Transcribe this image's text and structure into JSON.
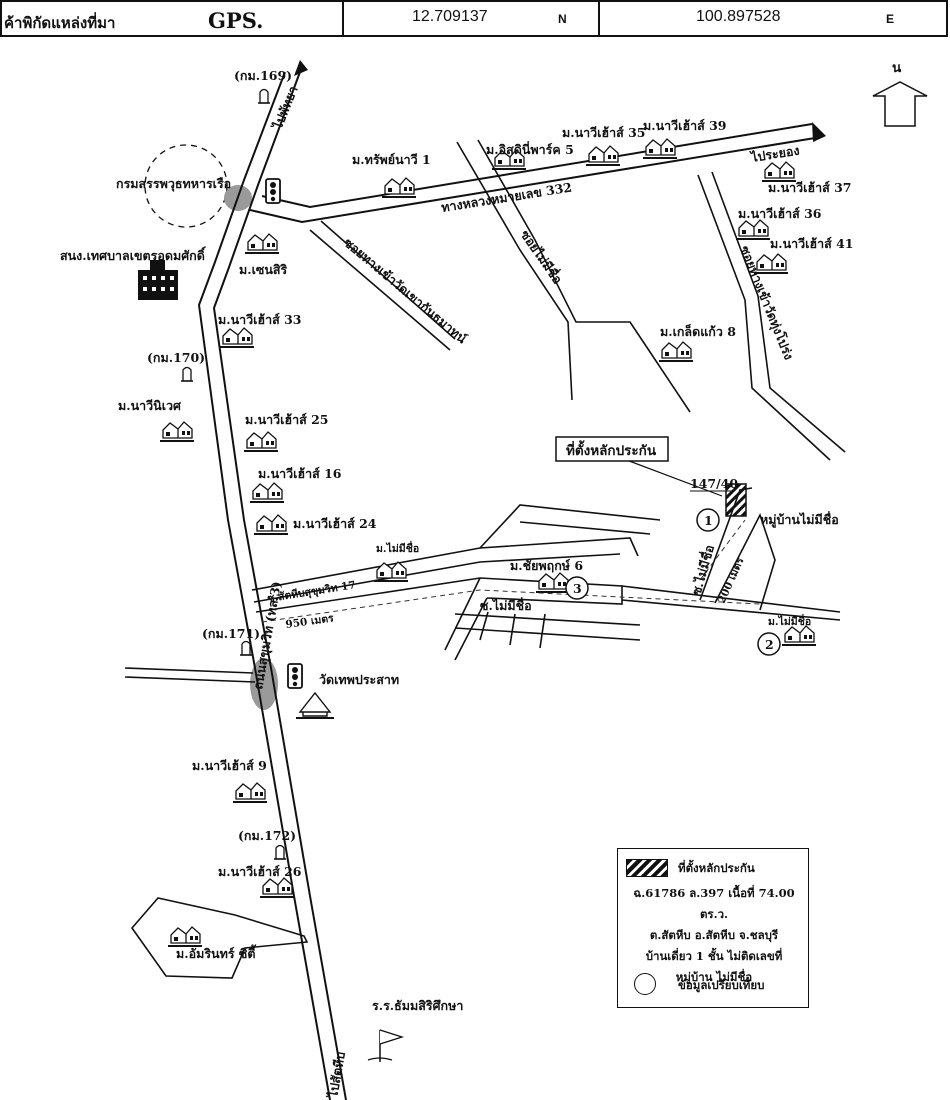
{
  "header": {
    "coord_label": "ค้าพิกัดแหล่งที่มา",
    "gps_label": "GPS.",
    "latitude": "12.709137",
    "lat_unit": "N",
    "longitude": "100.897528",
    "lon_unit": "E"
  },
  "north": {
    "label": "น"
  },
  "roads": {
    "sukhumvit": "ถนนสุขุมวิท (ทล.3)",
    "to_pattaya": "ไปพัทยา",
    "to_sattahip": "ไปสัตหีบ",
    "hwy332": "ทางหลวงหมายเลข 332",
    "to_rayong": "ไประยอง",
    "soi_khao_kan": "ซอยทางเข้าวัดเขากันธมาทน์",
    "soi_mai_mi_chue": "ซอยไม่มีชื่อ",
    "soi_wat_thung_prong": "ซอยทางเข้าวัดทุ่งโปร่ง",
    "soi_17": "ซ.สัตหีบสุขุมวิท 17",
    "soi_no_name": "ซ.ไม่มีชื่อ",
    "soi_no_name_v": "ซ.ไม่มีชื่อ",
    "dist_950": "950 เมตร",
    "dist_200": "200 เมตร"
  },
  "km_markers": [
    "(กม.169)",
    "(กม.170)",
    "(กม.171)",
    "(กม.172)"
  ],
  "places": {
    "navy_dept": "กรมสรรพวุธทหารเรือ",
    "municipality": "สนง.เทศบาลเขตรอุดมศักดิ์",
    "sap_navy_1": "ม.ทรัพย์นาวี 1",
    "isadini_park_5": "ม.อิสดินี่พาร์ค 5",
    "navy_house_35": "ม.นาวีเฮ้าส์ 35",
    "navy_house_39": "ม.นาวีเฮ้าส์ 39",
    "navy_house_37": "ม.นาวีเฮ้าส์ 37",
    "navy_house_36": "ม.นาวีเฮ้าส์ 36",
    "navy_house_41": "ม.นาวีเฮ้าส์ 41",
    "sen_siri": "ม.เซนสิริ",
    "navy_house_33": "ม.นาวีเฮ้าส์ 33",
    "klet_kaew_8": "ม.เกล็ดแก้ว 8",
    "navy_niwet": "ม.นาวีนิเวศ",
    "navy_house_25": "ม.นาวีเฮ้าส์ 25",
    "navy_house_16": "ม.นาวีเฮ้าส์ 16",
    "navy_house_24": "ม.นาวีเฮ้าส์ 24",
    "no_name_1": "ม.ไม่มีชื่อ",
    "chaiyaphruek_6": "ม.ชัยพฤกษ์ 6",
    "no_name_2": "ม.ไม่มีชื่อ",
    "wat_thep": "วัดเทพประสาท",
    "navy_house_9": "ม.นาวีเฮ้าส์ 9",
    "navy_house_26": "ม.นาวีเฮ้าส์ 26",
    "amarin_city": "ม.อัมรินทร์ ซิตี้",
    "school": "ร.ร.ธัมมสิริศึกษา",
    "village_no_name": "หมู่บ้านไม่มีชื่อ"
  },
  "collateral": {
    "callout": "ที่ตั้งหลักประกัน",
    "house_no": "147/40"
  },
  "comparables": [
    "1",
    "2",
    "3"
  ],
  "legend": {
    "title": "ที่ตั้งหลักประกัน",
    "line1": "ฉ.61786 ล.397 เนื้อที่ 74.00 ตร.ว.",
    "line2": "ต.สัตหีบ อ.สัตหีบ จ.ชลบุรี",
    "line3": "บ้านเดี่ยว 1 ชั้น ไม่ติดเลขที่",
    "line4": "หมู่บ้าน ไม่มีชื่อ",
    "circle_label": "ข้อมูลเปรียบเทียบ"
  },
  "icons": [
    "house-icon",
    "traffic-light-icon",
    "km-post-icon",
    "building-icon",
    "temple-icon",
    "flag-icon",
    "north-arrow-icon"
  ]
}
